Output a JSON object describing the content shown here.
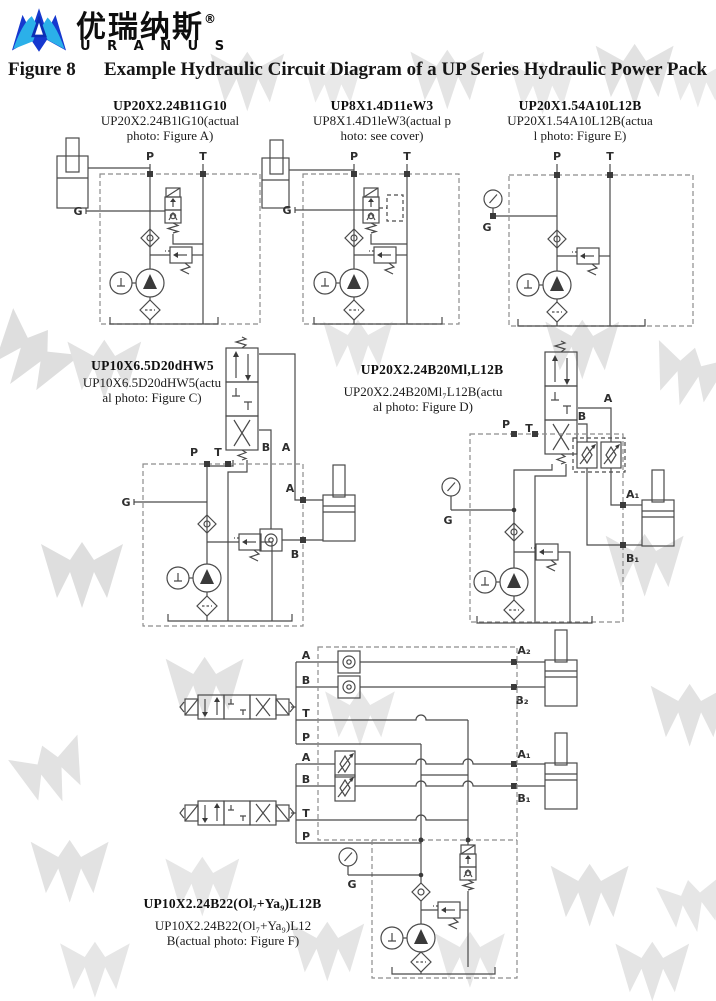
{
  "icons": {
    "logo": "uranus-crown-logo",
    "watermark": "uranus-crown-watermark"
  },
  "brand": {
    "blue": "#1638cf",
    "light_blue": "#2bb0e9",
    "line_gray": "#4a4a4a"
  },
  "header": {
    "logo_chinese": "优瑞纳斯",
    "registered_mark": "®",
    "logo_latin": "U R A N U S",
    "figure_label": "Figure 8",
    "title": "Example Hydraulic Circuit Diagram of a UP Series Hydraulic Power Pack"
  },
  "diagrams": [
    {
      "model": "UP20X2.24B11G10",
      "caption": "UP20X2.24B1lG10(actual photo: Figure A)",
      "ports": {
        "p": "P",
        "t": "T",
        "g": "G"
      }
    },
    {
      "model": "UP8X1.4D11eW3",
      "caption": "UP8X1.4D1leW3(actual photo: see cover)",
      "ports": {
        "p": "P",
        "t": "T",
        "g": "G"
      }
    },
    {
      "model": "UP20X1.54A10L12B",
      "caption": "UP20X1.54A10L12B(actual photo: Figure E)",
      "ports": {
        "p": "P",
        "t": "T",
        "g": "G"
      }
    },
    {
      "model": "UP10X6.5D20dHW5",
      "caption": "UP10X6.5D20dHW5(actual photo: Figure C)",
      "ports": {
        "p": "P",
        "t": "T",
        "g": "G",
        "b": "B",
        "a": "A",
        "cyl_a": "A",
        "cyl_b": "B"
      }
    },
    {
      "model": "UP20X2.24B20Ml,L12B",
      "caption": "UP20X2.24B20Ml₇L12B(actual photo: Figure D)",
      "ports": {
        "p": "P",
        "t": "T",
        "g": "G",
        "b": "B",
        "a": "A",
        "a1": "A₁",
        "b1": "B₁"
      }
    },
    {
      "model": "UP10X2.24B22(Ol₇+Ya₉)L12B",
      "caption": "UP10X2.24B22(Ol₇+Ya₉)L12B(actual photo: Figure F)",
      "ports": {
        "g1_a": "A",
        "g1_b": "B",
        "g1_t": "T",
        "g1_p": "P",
        "g2_a": "A",
        "g2_b": "B",
        "g2_t": "T",
        "g2_p": "P",
        "g": "G",
        "a1": "A₁",
        "b1": "B₁",
        "a2": "A₂",
        "b2": "B₂"
      }
    }
  ]
}
